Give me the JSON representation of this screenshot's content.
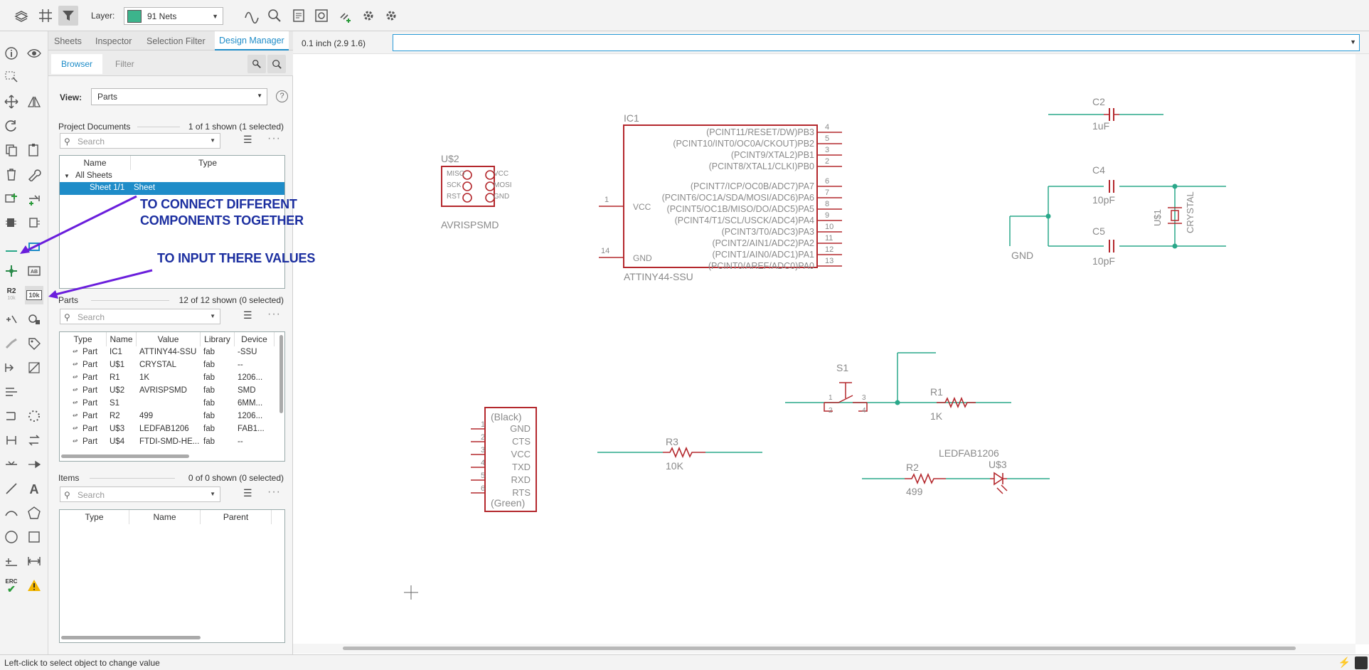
{
  "toolbar": {
    "layer_label": "Layer:",
    "layer_name": "91 Nets",
    "layer_color": "#3cb48c",
    "icons": [
      "layers-icon",
      "grid-icon",
      "filter-icon",
      "curve-icon",
      "zoom-icon",
      "script-icon",
      "ulp-icon",
      "link-add-icon",
      "settings-icon",
      "settings2-icon"
    ]
  },
  "panel": {
    "tabs": [
      "Sheets",
      "Inspector",
      "Selection Filter",
      "Design Manager"
    ],
    "active_tab": "Design Manager",
    "subtabs": [
      "Browser",
      "Filter"
    ],
    "view_label": "View:",
    "view_value": "Parts",
    "help": "?",
    "project_documents": {
      "title": "Project Documents",
      "count": "1 of 1 shown (1 selected)",
      "search_placeholder": "Search",
      "columns": [
        "Name",
        "Type"
      ],
      "group": "All Sheets",
      "rows": [
        {
          "name": "Sheet 1/1",
          "type": "Sheet"
        }
      ]
    },
    "parts": {
      "title": "Parts",
      "count": "12 of 12 shown (0 selected)",
      "search_placeholder": "Search",
      "columns": [
        "Type",
        "Name",
        "Value",
        "Library",
        "Device"
      ],
      "rows": [
        {
          "type": "Part",
          "name": "IC1",
          "value": "ATTINY44-SSU",
          "library": "fab",
          "device": "-SSU"
        },
        {
          "type": "Part",
          "name": "U$1",
          "value": "CRYSTAL",
          "library": "fab",
          "device": "--"
        },
        {
          "type": "Part",
          "name": "R1",
          "value": "1K",
          "library": "fab",
          "device": "1206..."
        },
        {
          "type": "Part",
          "name": "U$2",
          "value": "AVRISPSMD",
          "library": "fab",
          "device": "SMD"
        },
        {
          "type": "Part",
          "name": "S1",
          "value": "",
          "library": "fab",
          "device": "6MM..."
        },
        {
          "type": "Part",
          "name": "R2",
          "value": "499",
          "library": "fab",
          "device": "1206..."
        },
        {
          "type": "Part",
          "name": "U$3",
          "value": "LEDFAB1206",
          "library": "fab",
          "device": "FAB1..."
        },
        {
          "type": "Part",
          "name": "U$4",
          "value": "FTDI-SMD-HE...",
          "library": "fab",
          "device": "--"
        }
      ]
    },
    "items": {
      "title": "Items",
      "count": "0 of 0 shown (0 selected)",
      "search_placeholder": "Search",
      "columns": [
        "Type",
        "Name",
        "Parent"
      ]
    }
  },
  "canvas_head": {
    "coord": "0.1 inch (2.9 1.6)"
  },
  "leftbar": {
    "r2_label": "R2",
    "r2_sub": "10k",
    "val_label": "10k",
    "erc_label": "ERC"
  },
  "annotations": {
    "connect": [
      "TO CONNECT DIFFERENT",
      "COMPONENTS TOGETHER"
    ],
    "values": "TO INPUT THERE VALUES"
  },
  "schematic": {
    "part_color": "#b4282d",
    "net_color": "#2aa88a",
    "label_color": "#8a8a8a",
    "u2": {
      "name": "U$2",
      "value": "AVRISPSMD",
      "pins_left": [
        "MISO",
        "SCK",
        "RST"
      ],
      "pins_right": [
        "VCC",
        "MOSI",
        "GND"
      ]
    },
    "ic1": {
      "name": "IC1",
      "value": "ATTINY44-SSU",
      "right_pins": [
        {
          "label": "(PCINT11/RESET/DW)PB3",
          "num": "4"
        },
        {
          "label": "(PCINT10/INT0/OC0A/CKOUT)PB2",
          "num": "5"
        },
        {
          "label": "(PCINT9/XTAL2)PB1",
          "num": "3"
        },
        {
          "label": "(PCINT8/XTAL1/CLKI)PB0",
          "num": "2"
        },
        {
          "label": "(PCINT7/ICP/OC0B/ADC7)PA7",
          "num": "6"
        },
        {
          "label": "(PCINT6/OC1A/SDA/MOSI/ADC6)PA6",
          "num": "7"
        },
        {
          "label": "(PCINT5/OC1B/MISO/DO/ADC5)PA5",
          "num": "8"
        },
        {
          "label": "(PCINT4/T1/SCL/USCK/ADC4)PA4",
          "num": "9"
        },
        {
          "label": "(PCINT3/T0/ADC3)PA3",
          "num": "10"
        },
        {
          "label": "(PCINT2/AIN1/ADC2)PA2",
          "num": "11"
        },
        {
          "label": "(PCINT1/AIN0/ADC1)PA1",
          "num": "12"
        },
        {
          "label": "(PCINT0/AREF/ADC0)PA0",
          "num": "13"
        }
      ],
      "left_pins": [
        {
          "label": "VCC",
          "num": "1"
        },
        {
          "label": "GND",
          "num": "14"
        }
      ]
    },
    "c2": {
      "name": "C2",
      "value": "1uF"
    },
    "c4": {
      "name": "C4",
      "value": "10pF"
    },
    "c5": {
      "name": "C5",
      "value": "10pF"
    },
    "u1": {
      "name": "U$1",
      "value": "CRYSTAL"
    },
    "gnd": "GND",
    "s1": {
      "name": "S1",
      "pins": [
        "1",
        "2",
        "3",
        "4"
      ]
    },
    "r1": {
      "name": "R1",
      "value": "1K"
    },
    "r3": {
      "name": "R3",
      "value": "10K"
    },
    "r2": {
      "name": "R2",
      "value": "499"
    },
    "u3": {
      "name": "U$3",
      "value": "LEDFAB1206"
    },
    "ftdi": {
      "top": "(Black)",
      "bottom": "(Green)",
      "pins": [
        "GND",
        "CTS",
        "VCC",
        "TXD",
        "RXD",
        "RTS"
      ],
      "nums": [
        "1",
        "2",
        "3",
        "4",
        "5",
        "6"
      ]
    }
  },
  "status": "Left-click to select object to change value"
}
